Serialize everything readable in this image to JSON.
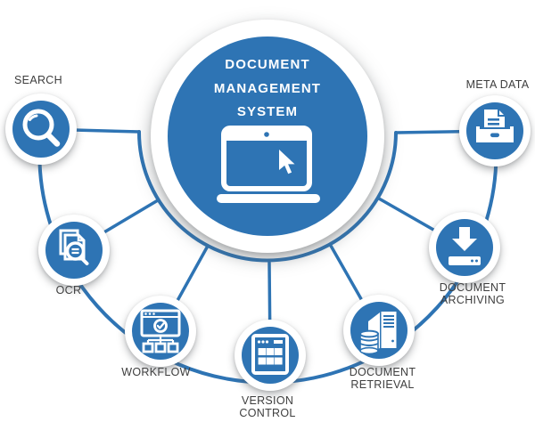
{
  "diagram_title": "Document Management System",
  "colors": {
    "primary_blue": "#2E74B4",
    "icon_white": "#FFFFFF",
    "label_text": "#3E3E3E",
    "background": "#FFFFFF"
  },
  "center": {
    "lines": [
      "DOCUMENT",
      "MANAGEMENT",
      "SYSTEM"
    ],
    "icon": "laptop-cursor-icon"
  },
  "nodes": {
    "search": {
      "label": "SEARCH",
      "icon": "magnifying-glass-icon",
      "label_position": "above"
    },
    "meta_data": {
      "label": "META DATA",
      "icon": "document-inbox-tray-icon",
      "label_position": "above"
    },
    "ocr": {
      "label": "OCR",
      "icon": "document-magnifier-icon",
      "label_position": "below"
    },
    "workflow": {
      "label": "WORKFLOW",
      "icon": "window-checkmark-flowchart-icon",
      "label_position": "below"
    },
    "version_control": {
      "label": "VERSION CONTROL",
      "icon": "window-grid-icon",
      "label_position": "below"
    },
    "document_retrieval": {
      "lines": [
        "DOCUMENT",
        "RETRIEVAL"
      ],
      "icon": "server-database-icon",
      "label_position": "below"
    },
    "document_archiving": {
      "lines": [
        "DOCUMENT",
        "ARCHIVING"
      ],
      "icon": "download-drive-icon",
      "label_position": "below"
    }
  }
}
